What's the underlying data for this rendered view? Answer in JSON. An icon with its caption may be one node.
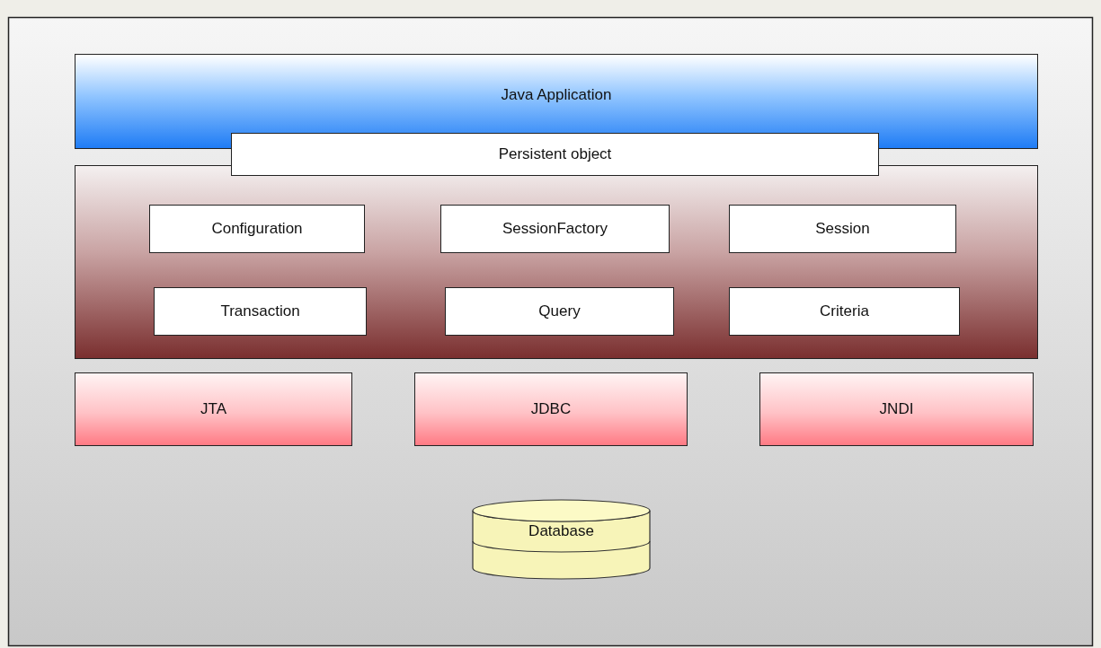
{
  "diagram": {
    "nodes": [
      {
        "text": [
          "Java Application"
        ]
      },
      {
        "text": [
          "Persistent object"
        ]
      },
      {
        "text": [],
        "shape": "box"
      },
      {
        "text": [
          "Configuration"
        ],
        "in": 2
      },
      {
        "text": [
          "SessionFactory"
        ],
        "in": 2
      },
      {
        "text": [
          "Session"
        ],
        "in": 2
      },
      {
        "text": [
          "Transaction"
        ],
        "in": 2
      },
      {
        "text": [
          "Query"
        ],
        "in": 2
      },
      {
        "text": [
          "Criteria"
        ],
        "in": 2
      },
      {
        "text": [
          "JTA"
        ]
      },
      {
        "text": [
          "JDBC"
        ]
      },
      {
        "text": [
          "JNDI"
        ]
      },
      {
        "text": [
          "Database"
        ]
      }
    ]
  }
}
